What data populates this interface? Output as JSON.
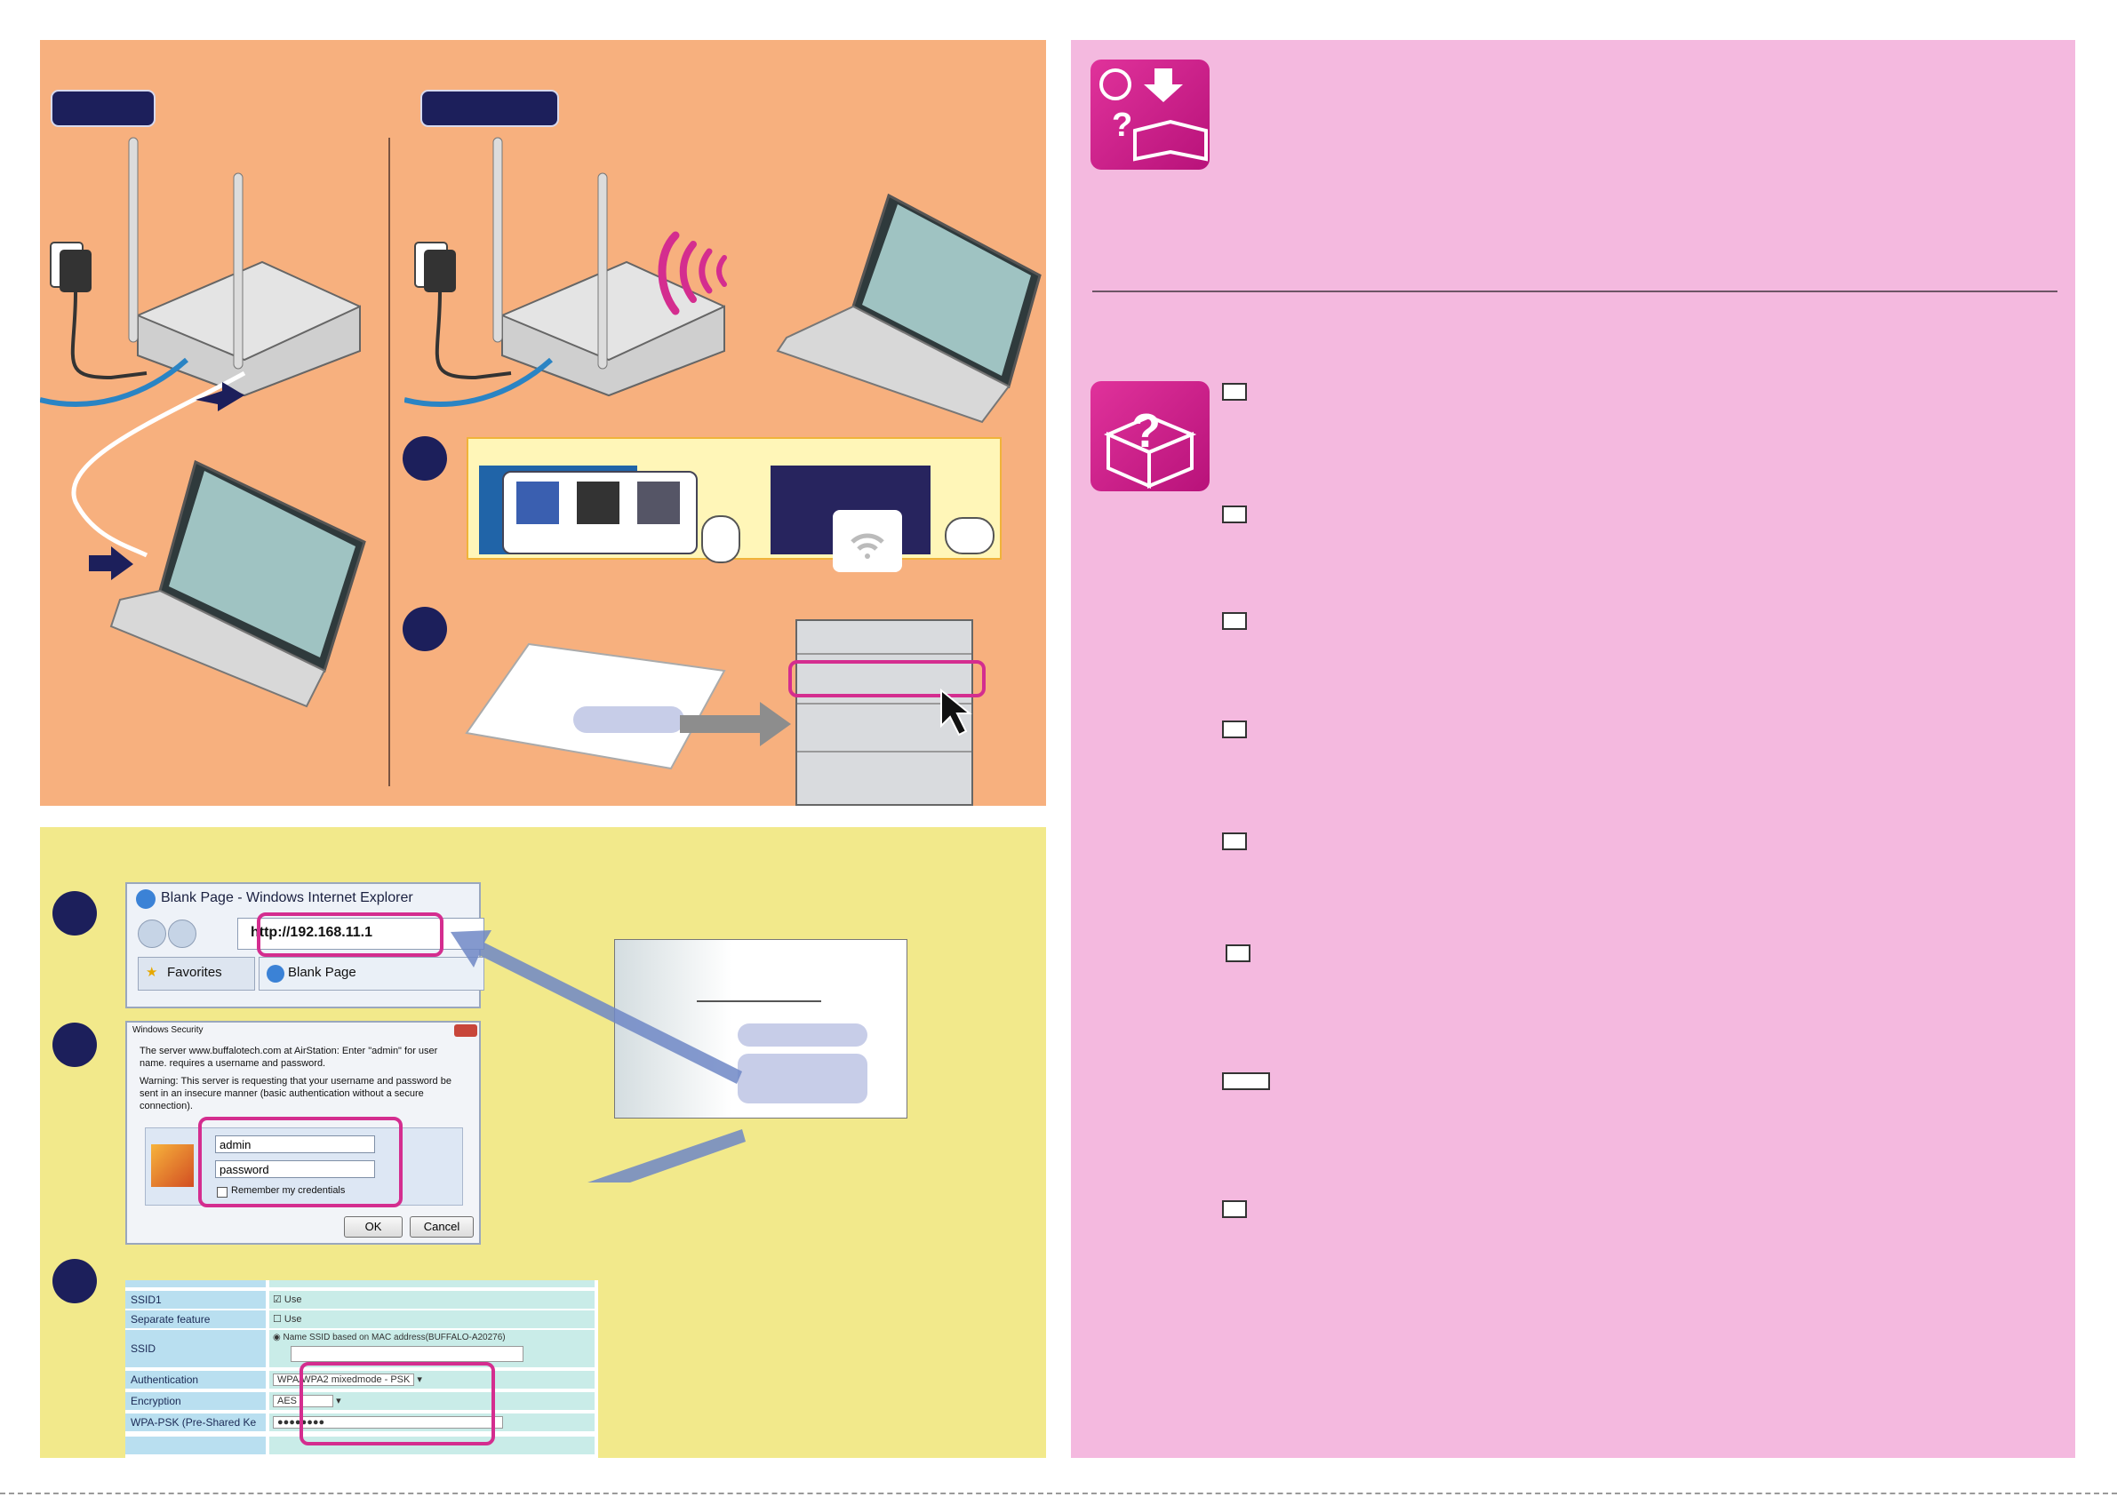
{
  "colors": {
    "orange_panel": "#f7b07e",
    "yellow_panel": "#f2e98b",
    "pink_panel": "#f4b9df",
    "navy": "#1c1f5b",
    "magenta": "#d42d8f"
  },
  "icons": [
    "router-icon",
    "laptop-icon",
    "power-adapter-icon",
    "wifi-waves-icon",
    "network-icon",
    "mouse-icon",
    "wifi-icon",
    "card-icon",
    "cursor-icon",
    "ie-icon",
    "user-icon",
    "help-download-icon",
    "help-box-icon"
  ],
  "browser": {
    "title": "Blank Page - Windows Internet Explorer",
    "url": "http://192.168.11.1",
    "favorites_label": "Favorites",
    "tab_label": "Blank Page"
  },
  "security_dialog": {
    "title": "Windows Security",
    "line1": "The server www.buffalotech.com at AirStation: Enter \"admin\" for user",
    "line2": "name. requires a username and password.",
    "warn1": "Warning: This server is requesting that your username and password be",
    "warn2": "sent in an insecure manner (basic authentication without a secure",
    "warn3": "connection).",
    "username": "admin",
    "password": "password",
    "remember_label": "Remember my credentials",
    "ok_label": "OK",
    "cancel_label": "Cancel"
  },
  "wireless_config": {
    "rows": [
      {
        "label": "SSID1",
        "value": "Use"
      },
      {
        "label": "Separate feature",
        "value": "Use"
      },
      {
        "label": "SSID",
        "value": "Name SSID based on MAC address(BUFFALO-A20276)"
      },
      {
        "label": "Authentication",
        "value": "WPA/WPA2 mixedmode - PSK"
      },
      {
        "label": "Encryption",
        "value": "AES"
      },
      {
        "label": "WPA-PSK (Pre-Shared Ke",
        "value": "●●●●●●●●"
      }
    ]
  }
}
